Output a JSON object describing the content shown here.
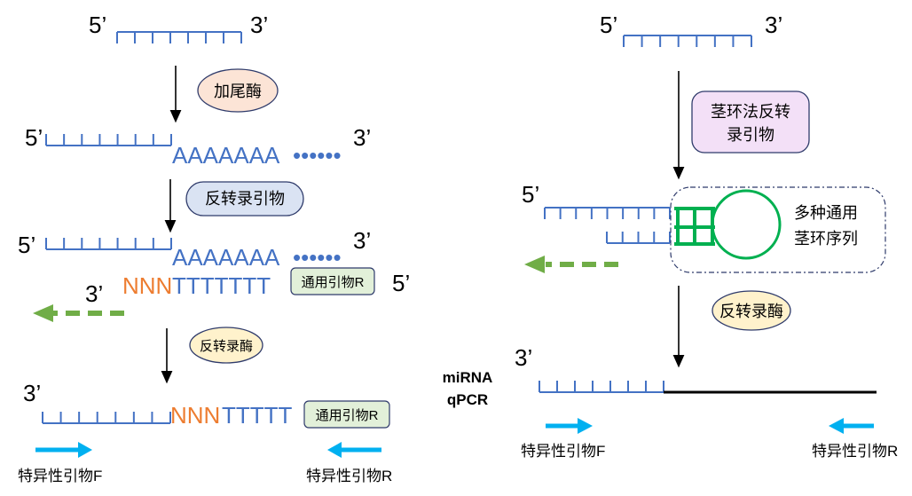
{
  "colors": {
    "strand": "#4472c4",
    "nnn": "#ed7d31",
    "green_arrow": "#70ad47",
    "stem": "#00b050",
    "blue_arrow": "#00b0f0",
    "enzyme_fill": "#fce4d6",
    "primer_fill": "#dae3f3",
    "rt_fill": "#fff2cc",
    "stemloop_primer_fill": "#f3e0f7",
    "universal_fill": "#e2f0d9"
  },
  "labels": {
    "five_prime": "5’",
    "three_prime": "3’"
  },
  "left": {
    "poly_a_tail": "AAAAAAA",
    "poly_a_dots": "••••••",
    "step1_enzyme": "加尾酶",
    "step2_primer": "反转录引物",
    "primer_nnn": "NNN",
    "primer_t": "TTTTTTT",
    "primer_universal": "通用引物R",
    "step3_enzyme": "反转录酶",
    "product_nnn": "NNN",
    "product_t": "TTTTT",
    "product_universal": "通用引物R",
    "primer_forward": "特异性引物F",
    "primer_reverse": "特异性引物R"
  },
  "right": {
    "step1_primer": [
      "茎环法反转",
      "录引物"
    ],
    "loop_label": [
      "多种通用",
      "茎环序列"
    ],
    "step2_enzyme": "反转录酶",
    "method_label": [
      "miRNA",
      "qPCR"
    ],
    "primer_forward": "特异性引物F",
    "primer_reverse": "特异性引物R"
  }
}
